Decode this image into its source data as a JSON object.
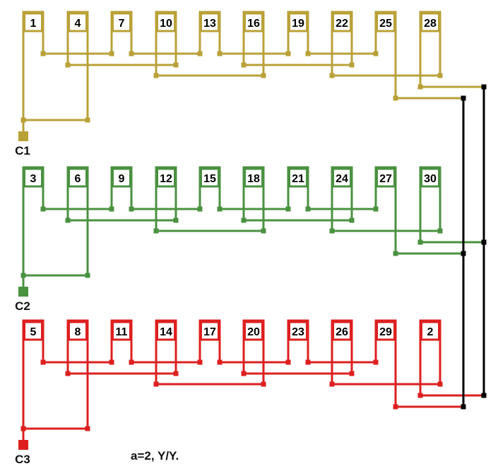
{
  "phases": [
    {
      "terminal": "C1",
      "color": "#b9a138",
      "coils": [
        "1",
        "4",
        "7",
        "10",
        "13",
        "16",
        "19",
        "22",
        "25",
        "28"
      ]
    },
    {
      "terminal": "C2",
      "color": "#4a9140",
      "coils": [
        "3",
        "6",
        "9",
        "12",
        "15",
        "18",
        "21",
        "24",
        "27",
        "30"
      ]
    },
    {
      "terminal": "C3",
      "color": "#dd1f1f",
      "coils": [
        "5",
        "8",
        "11",
        "14",
        "17",
        "20",
        "23",
        "26",
        "29",
        "2"
      ]
    }
  ],
  "star_point_color": "#000000",
  "note": "a=2, Y/Y."
}
